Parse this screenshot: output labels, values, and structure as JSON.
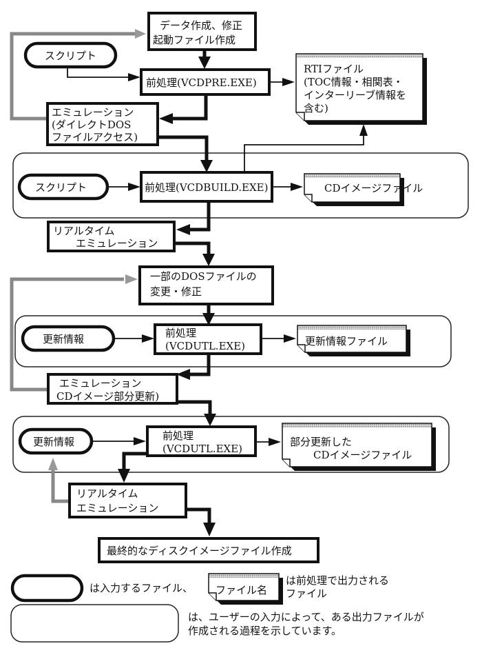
{
  "diagram": {
    "nodes": {
      "data_creation": [
        "データ作成、修正",
        "起動ファイル作成"
      ],
      "script1": "スクリプト",
      "vcdpre": "前処理(VCDPRE.EXE)",
      "rti_file": [
        "RTIファイル",
        "(TOC情報・相関表・",
        "インターリーブ情報を",
        "含む)"
      ],
      "emulation1": [
        "エミュレーション",
        "(ダイレクトDOS",
        "ファイルアクセス)"
      ],
      "script2": "スクリプト",
      "vcdbuild": "前処理(VCDBUILD.EXE)",
      "cd_image_file": "CDイメージファイル",
      "realtime1": [
        "リアルタイム",
        "エミュレーション"
      ],
      "dos_modify": [
        "一部のDOSファイルの",
        "変更・修正"
      ],
      "update_info1": "更新情報",
      "vcdutl1": [
        "前処理",
        "(VCDUTL.EXE)"
      ],
      "update_info_file": "更新情報ファイル",
      "emulation2": [
        "エミュレーション",
        "CDイメージ部分更新)"
      ],
      "update_info2": "更新情報",
      "vcdutl2": [
        "前処理",
        "(VCDUTL.EXE)"
      ],
      "partial_cd_file": [
        "部分更新した",
        "CDイメージファイル"
      ],
      "realtime2": [
        "リアルタイム",
        "エミュレーション"
      ],
      "final": "最終的なディスクイメージファイル作成"
    },
    "legend": {
      "input_file_text": "は入力するファイル、",
      "output_file_sample": "ファイル名",
      "output_file_text": [
        "は前処理で出力される",
        "ファイル"
      ],
      "process_text": [
        "は、ユーザーの入力によって、ある出力ファイルが",
        "作成される過程を示しています。"
      ]
    }
  }
}
